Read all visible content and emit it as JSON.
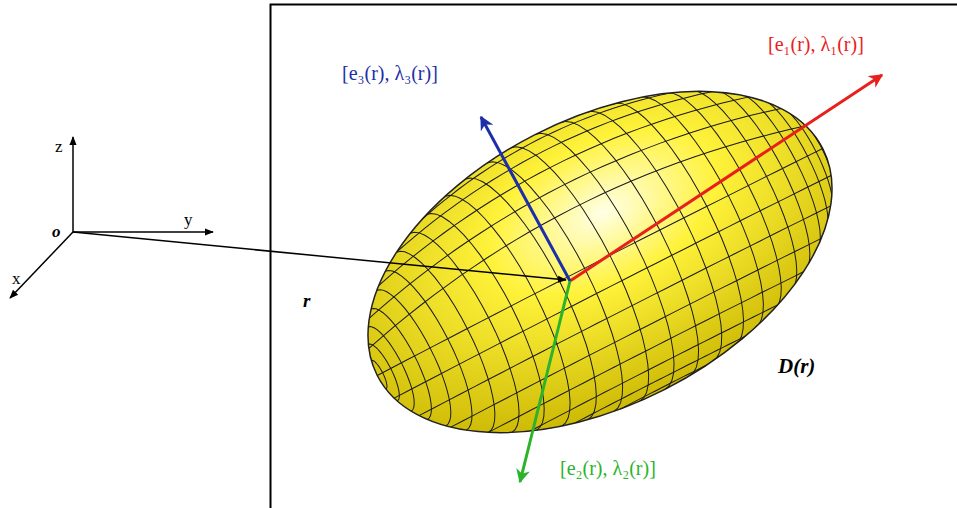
{
  "diagram": {
    "labels": [
      "z",
      "y",
      "o",
      "x",
      "r",
      "[e₁(r), λ₁(r)]",
      "[e₃(r), λ₃(r)]",
      "[e₂(r), λ₂(r)]",
      "D(r)"
    ]
  }
}
